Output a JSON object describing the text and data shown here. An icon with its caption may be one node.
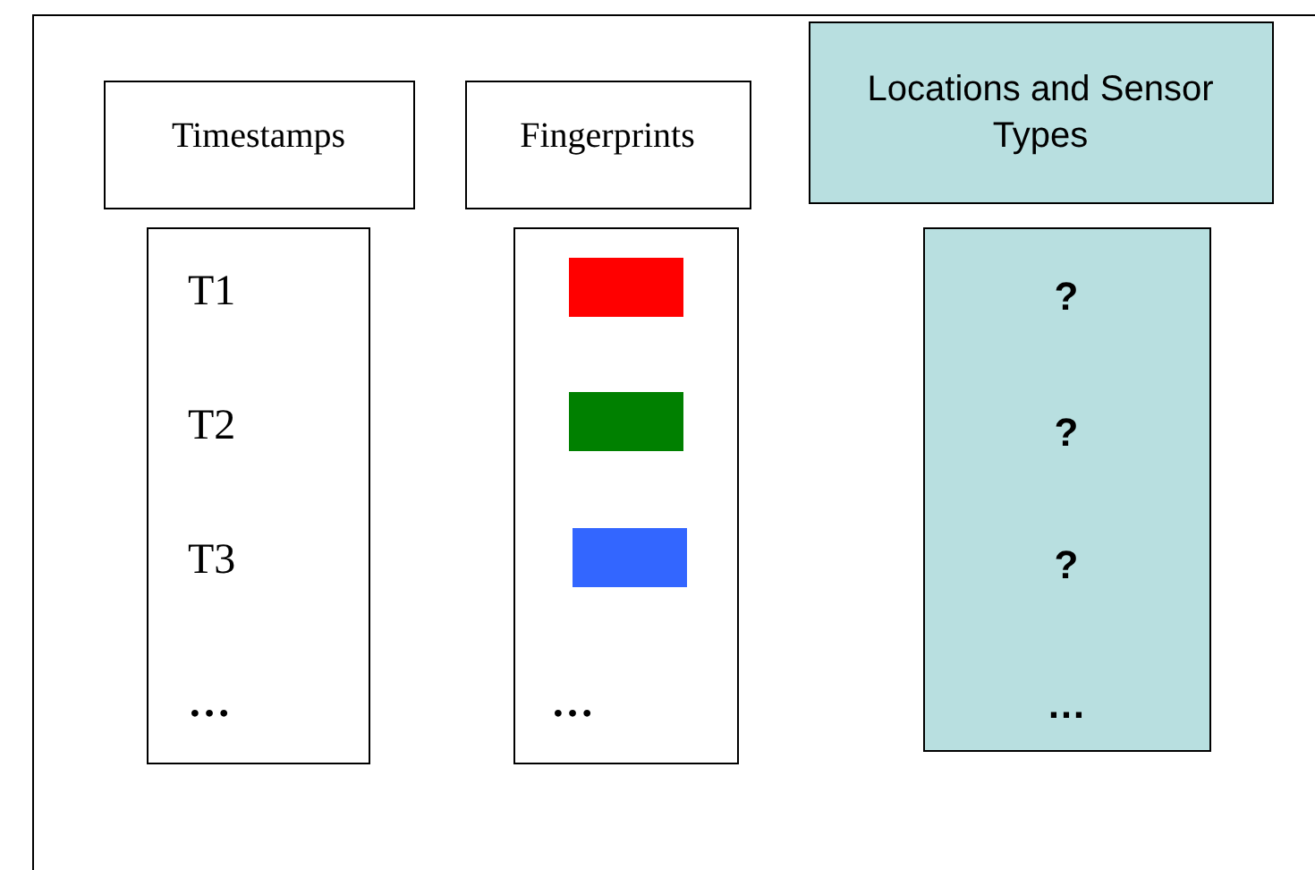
{
  "diagram": {
    "nodes": [
      {
        "text": [
          "Timestamps"
        ]
      },
      {
        "text": [
          "Fingerprints"
        ]
      },
      {
        "text": [
          "Locations and Sensor Types"
        ]
      },
      {
        "text": [
          "T1",
          "T2",
          "T3",
          "…"
        ]
      },
      {
        "text": [
          "…"
        ]
      },
      {
        "text": [],
        "shape": "bar",
        "in": 4
      },
      {
        "text": [],
        "shape": "bar",
        "in": 4
      },
      {
        "text": [],
        "shape": "bar",
        "in": 4
      },
      {
        "text": [
          "?",
          "?",
          "?",
          "…"
        ]
      }
    ],
    "edges": []
  }
}
